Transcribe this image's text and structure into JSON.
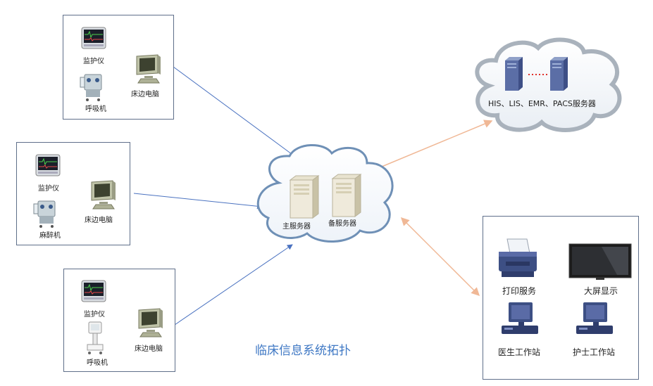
{
  "title": "临床信息系统拓扑",
  "groups": [
    {
      "monitor": "监护仪",
      "device": "呼吸机",
      "pc": "床边电脑"
    },
    {
      "monitor": "监护仪",
      "device": "麻醉机",
      "pc": "床边电脑"
    },
    {
      "monitor": "监护仪",
      "device": "呼吸机",
      "pc": "床边电脑"
    }
  ],
  "center": {
    "main_server": "主服务器",
    "backup_server": "备服务器"
  },
  "external": {
    "servers_label": "HIS、LIS、EMR、PACS服务器"
  },
  "workstations": {
    "print": "打印服务",
    "screen": "大屏显示",
    "doctor": "医生工作站",
    "nurse": "护士工作站"
  },
  "colors": {
    "blue_line": "#4a72c0",
    "orange_line": "#f0b896",
    "cloud_edge": "#7f9ab8"
  }
}
